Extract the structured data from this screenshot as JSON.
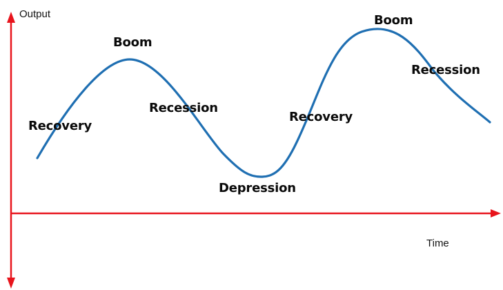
{
  "axes": {
    "y_label": "Output",
    "x_label": "Time",
    "axis_color": "#e8141c"
  },
  "curve": {
    "color": "#1f6fb2"
  },
  "phases": [
    {
      "key": "recovery_1",
      "label": "Recovery"
    },
    {
      "key": "boom_1",
      "label": "Boom"
    },
    {
      "key": "recession_1",
      "label": "Recession"
    },
    {
      "key": "depression",
      "label": "Depression"
    },
    {
      "key": "recovery_2",
      "label": "Recovery"
    },
    {
      "key": "boom_2",
      "label": "Boom"
    },
    {
      "key": "recession_2",
      "label": "Recession"
    }
  ]
}
